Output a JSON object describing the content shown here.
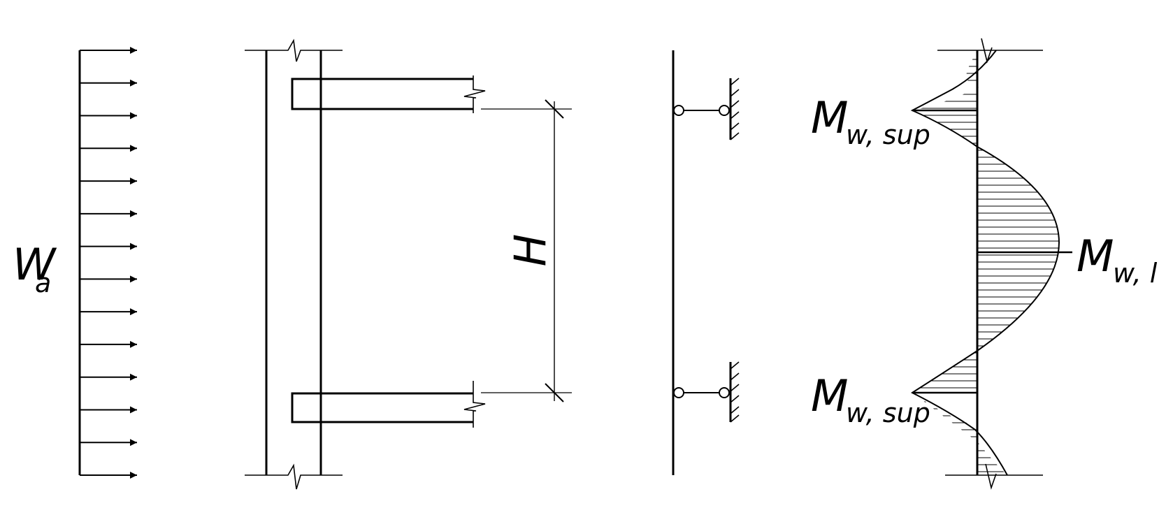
{
  "labels": {
    "load": {
      "main": "W",
      "sub": "a"
    },
    "height": "H",
    "moment_top": {
      "main": "M",
      "sub": "w, sup"
    },
    "moment_mid": {
      "main": "M",
      "sub": "w, l"
    },
    "moment_bottom": {
      "main": "M",
      "sub": "w, sup"
    }
  },
  "colors": {
    "line": "#000000",
    "background": "#ffffff"
  }
}
